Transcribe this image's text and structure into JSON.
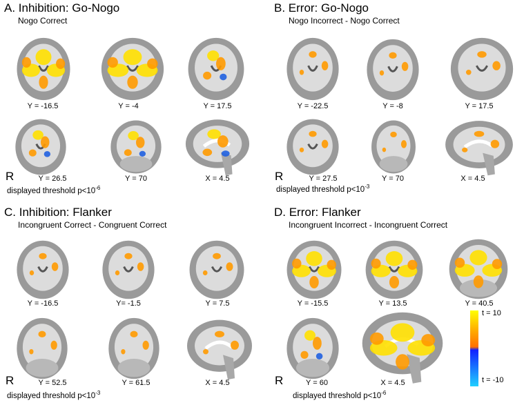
{
  "panels": [
    {
      "title": "A. Inhibition: Go-Nogo",
      "subtitle": "Nogo Correct",
      "row1": [
        {
          "label": "Y = -16.5",
          "view": "coronal",
          "act": "strong"
        },
        {
          "label": "Y = -4",
          "view": "coronal",
          "act": "strong"
        },
        {
          "label": "Y = 17.5",
          "view": "coronal",
          "act": "medium"
        }
      ],
      "row2": [
        {
          "label": "Y = 26.5",
          "view": "coronal",
          "act": "medium"
        },
        {
          "label": "Y = 70",
          "view": "posterior",
          "act": "medium"
        },
        {
          "label": "X = 4.5",
          "view": "sagittal",
          "act": "medium"
        }
      ],
      "r_label": "R",
      "threshold_text": "displayed threshold p<10",
      "threshold_exp": "-6"
    },
    {
      "title": "B. Error: Go-Nogo",
      "subtitle": "Nogo Incorrect - Nogo Correct",
      "row1": [
        {
          "label": "Y = -22.5",
          "view": "coronal",
          "act": "weak"
        },
        {
          "label": "Y = -8",
          "view": "coronal",
          "act": "weak"
        },
        {
          "label": "Y = 17.5",
          "view": "coronal",
          "act": "weak"
        }
      ],
      "row2": [
        {
          "label": "Y = 27.5",
          "view": "coronal",
          "act": "weak"
        },
        {
          "label": "Y = 70",
          "view": "posterior",
          "act": "weak"
        },
        {
          "label": "X = 4.5",
          "view": "sagittal",
          "act": "weak"
        }
      ],
      "r_label": "R",
      "threshold_text": "displayed threshold p<10",
      "threshold_exp": "-3"
    },
    {
      "title": "C. Inhibition: Flanker",
      "subtitle": "Incongruent Correct - Congruent Correct",
      "row1": [
        {
          "label": "Y = -16.5",
          "view": "coronal",
          "act": "weak"
        },
        {
          "label": "Y= -1.5",
          "view": "coronal",
          "act": "weak"
        },
        {
          "label": "Y = 7.5",
          "view": "coronal",
          "act": "weak"
        }
      ],
      "row2": [
        {
          "label": "Y = 52.5",
          "view": "posterior",
          "act": "weak"
        },
        {
          "label": "Y = 61.5",
          "view": "posterior",
          "act": "weak"
        },
        {
          "label": "X = 4.5",
          "view": "sagittal",
          "act": "weak"
        }
      ],
      "r_label": "R",
      "threshold_text": "displayed threshold p<10",
      "threshold_exp": "-3"
    },
    {
      "title": "D. Error: Flanker",
      "subtitle": "Incongruent Incorrect - Incongruent Correct",
      "row1": [
        {
          "label": "Y = -15.5",
          "view": "coronal",
          "act": "strong"
        },
        {
          "label": "Y = 13.5",
          "view": "coronal",
          "act": "strong"
        },
        {
          "label": "Y = 40.5",
          "view": "posterior",
          "act": "strong"
        }
      ],
      "row2": [
        {
          "label": "Y = 60",
          "view": "posterior",
          "act": "medium"
        },
        {
          "label": "X = 4.5",
          "view": "sagittal",
          "act": "strong"
        }
      ],
      "r_label": "R",
      "threshold_text": "displayed threshold p<10",
      "threshold_exp": "-6"
    }
  ],
  "colorbar": {
    "top_label": "t = 10",
    "bottom_label": "t = -10",
    "colors": [
      "#ffff00",
      "#ffb000",
      "#ff7000",
      "#1020ff",
      "#20d0ff"
    ]
  },
  "colors": {
    "activation_pos": "#ff9a00",
    "activation_hot": "#ffe000",
    "activation_neg": "#2060e0",
    "brain_gray": "#9a9a9a",
    "brain_white": "#dcdcdc"
  }
}
